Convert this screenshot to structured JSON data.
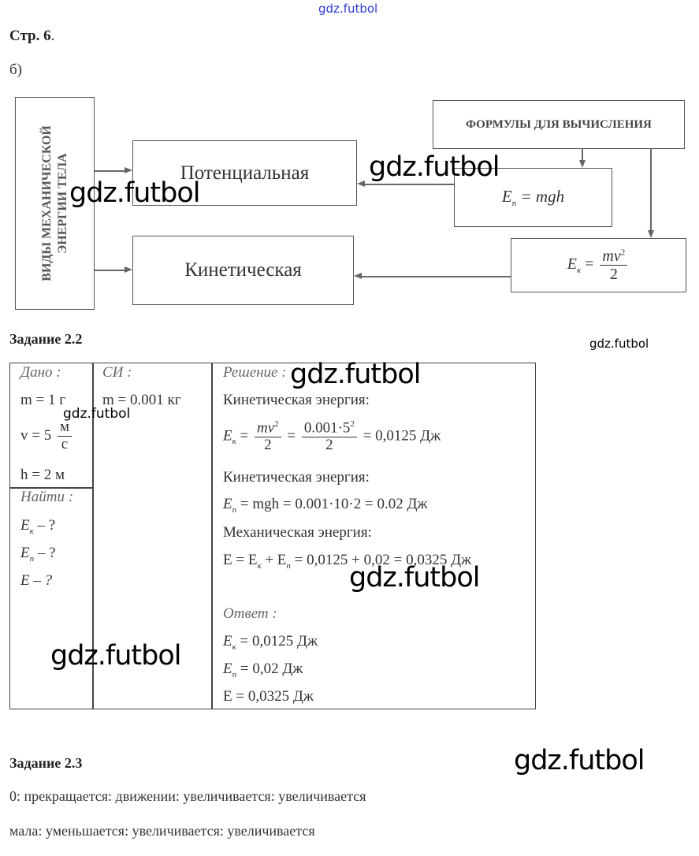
{
  "watermarks": {
    "top": "gdz.futbol",
    "w1": "gdz.futbol",
    "w2": "gdz.futbol",
    "w3": "gdz.futbol",
    "w4": "gdz.futbol",
    "w5": "gdz.futbol",
    "w6": "gdz.futbol",
    "w7": "gdz.futbol",
    "w8": "gdz.futbol"
  },
  "header": {
    "page": "Стр. 6",
    "page_dot": ".",
    "part": "б)"
  },
  "diagram": {
    "types_line1": "ВИДЫ МЕХАНИЧЕСКОЙ",
    "types_line2": "ЭНЕРГИИ ТЕЛА",
    "potential": "Потенциальная",
    "kinetic": "Кинетическая",
    "formulas": "ФОРМУЛЫ ДЛЯ ВЫЧИСЛЕНИЯ",
    "ep": {
      "E": "E",
      "sub": "п",
      "rest": "= mgh"
    },
    "ek": {
      "E": "E",
      "sub": "к",
      "eq": "=",
      "num": "mv",
      "pow": "2",
      "den": "2"
    }
  },
  "task22": {
    "title": "Задание 2.2",
    "given": {
      "label": "Дано :",
      "m": "m = 1 г",
      "v": "v = 5",
      "v_num": "м",
      "v_den": "с",
      "h": "h = 2 м"
    },
    "find": {
      "label": "Найти :",
      "ek": "E",
      "ek_sub": "к",
      "ek_q": " – ?",
      "ep": "E",
      "ep_sub": "п",
      "ep_q": " – ?",
      "e": "E – ?"
    },
    "si": {
      "label": "СИ :",
      "m": "m = 0.001 кг"
    },
    "solution": {
      "label": "Решение :",
      "kin_label": "Кинетическая  энергия:",
      "kin_E": "E",
      "kin_sub": "к",
      "kin_eq1": "=",
      "kin_num1": "mv",
      "kin_pow1": "2",
      "kin_den1": "2",
      "kin_eq2": "=",
      "kin_num2": "0.001·5",
      "kin_pow2": "2",
      "kin_den2": "2",
      "kin_result": "= 0,0125 Дж",
      "pot_label": "Кинетическая энергия:",
      "pot_E": "E",
      "pot_sub": "п",
      "pot_rest": "= mgh = 0.001·10·2 = 0.02 Дж",
      "mech_label": "Механическая энергия:",
      "mech_formula_a": "E = E",
      "mech_sub1": "к",
      "mech_formula_b": " + E",
      "mech_sub2": "п",
      "mech_formula_c": " = 0,0125 + 0,02 = 0,0325 Дж",
      "answer_label": "Ответ :",
      "ans_ek": "E",
      "ans_ek_sub": "к",
      "ans_ek_val": " = 0,0125 Дж",
      "ans_ep": "E",
      "ans_ep_sub": "п",
      "ans_ep_val": " = 0,02 Дж",
      "ans_e": "E = 0,0325 Дж"
    }
  },
  "task23": {
    "title": "Задание 2.3",
    "line1": "0: прекращается: движении: увеличивается: увеличивается",
    "line2": "мала: уменьшается: увеличивается: увеличивается"
  }
}
